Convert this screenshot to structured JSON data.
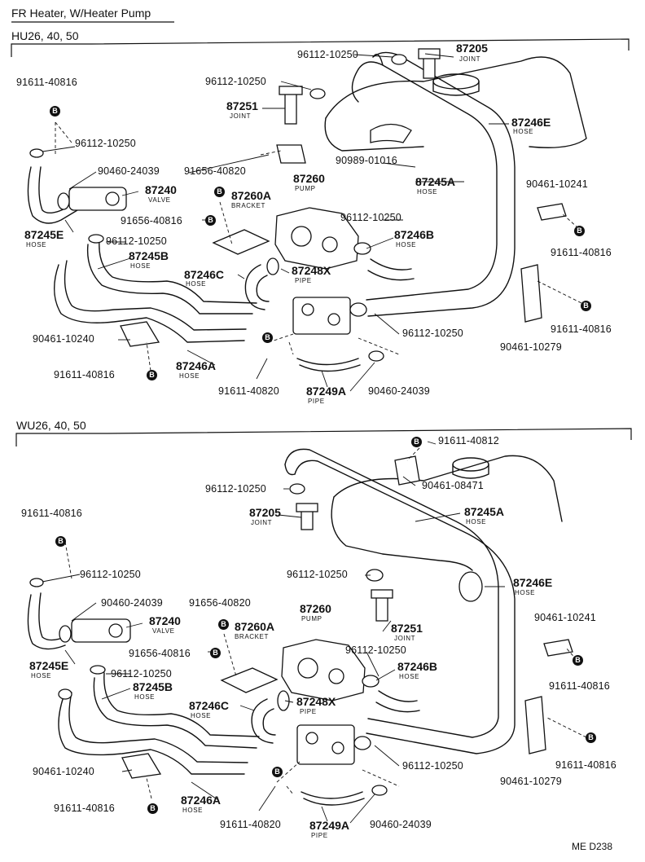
{
  "title": "FR Heater, W/Heater Pump",
  "footer": "ME D238",
  "sections": [
    {
      "title": "HU26, 40, 50",
      "parts": [
        {
          "num": "87205",
          "name": "JOINT"
        },
        {
          "num": "87246E",
          "name": "HOSE"
        },
        {
          "num": "87251",
          "name": "JOINT"
        },
        {
          "num": "87260",
          "name": "PUMP"
        },
        {
          "num": "87245A",
          "name": "HOSE"
        },
        {
          "num": "87240",
          "name": "VALVE"
        },
        {
          "num": "87260A",
          "name": "BRACKET"
        },
        {
          "num": "87246B",
          "name": "HOSE"
        },
        {
          "num": "87245E",
          "name": "HOSE"
        },
        {
          "num": "87245B",
          "name": "HOSE"
        },
        {
          "num": "87246C",
          "name": "HOSE"
        },
        {
          "num": "87248X",
          "name": "PIPE"
        },
        {
          "num": "87246A",
          "name": "HOSE"
        },
        {
          "num": "87249A",
          "name": "PIPE"
        }
      ],
      "refs": [
        "96112-10250",
        "96112-10250",
        "91611-40816",
        "96112-10250",
        "90989-01016",
        "91656-40820",
        "90460-24039",
        "90461-10241",
        "91656-40816",
        "96112-10250",
        "96112-10250",
        "91611-40816",
        "91611-40816",
        "90461-10240",
        "96112-10250",
        "90461-10279",
        "91611-40816",
        "91611-40820",
        "90460-24039"
      ]
    },
    {
      "title": "WU26, 40, 50",
      "parts": [
        {
          "num": "87205",
          "name": "JOINT"
        },
        {
          "num": "87245A",
          "name": "HOSE"
        },
        {
          "num": "87246E",
          "name": "HOSE"
        },
        {
          "num": "87260",
          "name": "PUMP"
        },
        {
          "num": "87240",
          "name": "VALVE"
        },
        {
          "num": "87260A",
          "name": "BRACKET"
        },
        {
          "num": "87251",
          "name": "JOINT"
        },
        {
          "num": "87245E",
          "name": "HOSE"
        },
        {
          "num": "87246B",
          "name": "HOSE"
        },
        {
          "num": "87245B",
          "name": "HOSE"
        },
        {
          "num": "87246C",
          "name": "HOSE"
        },
        {
          "num": "87248X",
          "name": "PIPE"
        },
        {
          "num": "87246A",
          "name": "HOSE"
        },
        {
          "num": "87249A",
          "name": "PIPE"
        }
      ],
      "refs": [
        "91611-40812",
        "90461-08471",
        "96112-10250",
        "91611-40816",
        "96112-10250",
        "96112-10250",
        "90460-24039",
        "91656-40820",
        "90461-10241",
        "91656-40816",
        "96112-10250",
        "96112-10250",
        "91611-40816",
        "90461-10240",
        "96112-10250",
        "91611-40816",
        "90461-10279",
        "91611-40816",
        "91611-40820",
        "90460-24039"
      ]
    }
  ],
  "bolt_mark": "B"
}
